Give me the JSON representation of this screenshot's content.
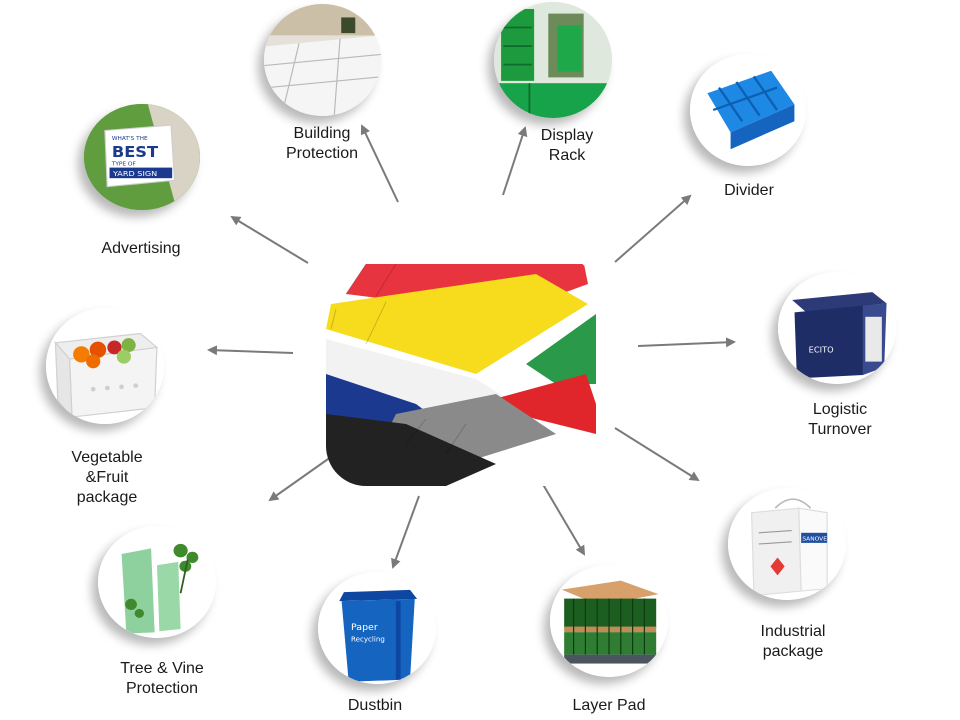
{
  "colors": {
    "arrow": "#7a7a7a",
    "sheet_red": "#e8343f",
    "sheet_yellow": "#f6dc1d",
    "sheet_white": "#f2f2f2",
    "sheet_green": "#2a9a4a",
    "sheet_blue": "#1b3a8f",
    "sheet_red2": "#e0262a",
    "sheet_gray": "#8a8a8a",
    "sheet_black": "#222222",
    "divider_blue": "#1e88e5",
    "dustbin_blue": "#1565c0"
  },
  "center_icon": "corrugated-plastic-sheets-image",
  "applications": [
    {
      "id": "building-protection",
      "lines": [
        "Building",
        "Protection"
      ],
      "icon": "floor-protection-icon"
    },
    {
      "id": "display-rack",
      "lines": [
        "Display",
        "Rack"
      ],
      "icon": "display-rack-icon"
    },
    {
      "id": "divider",
      "lines": [
        "Divider"
      ],
      "icon": "divider-grid-icon"
    },
    {
      "id": "logistic-turnover",
      "lines": [
        "Logistic",
        "Turnover"
      ],
      "icon": "turnover-box-icon"
    },
    {
      "id": "industrial-package",
      "lines": [
        "Industrial",
        "package"
      ],
      "icon": "industrial-box-icon"
    },
    {
      "id": "layer-pad",
      "lines": [
        "Layer Pad"
      ],
      "icon": "pallet-bottles-icon"
    },
    {
      "id": "dustbin",
      "lines": [
        "Dustbin"
      ],
      "icon": "dustbin-icon"
    },
    {
      "id": "tree-vine-protection",
      "lines": [
        "Tree & Vine",
        "Protection"
      ],
      "icon": "tree-guard-icon"
    },
    {
      "id": "vegetable-fruit-package",
      "lines": [
        "Vegetable",
        "&Fruit",
        "package"
      ],
      "icon": "fruit-crate-icon"
    },
    {
      "id": "advertising",
      "lines": [
        "Advertising"
      ],
      "icon": "yard-sign-icon"
    }
  ],
  "sign_text": {
    "line1": "WHAT'S THE",
    "line2": "BEST",
    "line3": "TYPE OF",
    "line4": "YARD SIGN"
  },
  "dustbin_text": {
    "line1": "Paper",
    "line2": "Recycling"
  },
  "box_text": {
    "logistic": "ECITO",
    "industrial": "SANOVE"
  }
}
